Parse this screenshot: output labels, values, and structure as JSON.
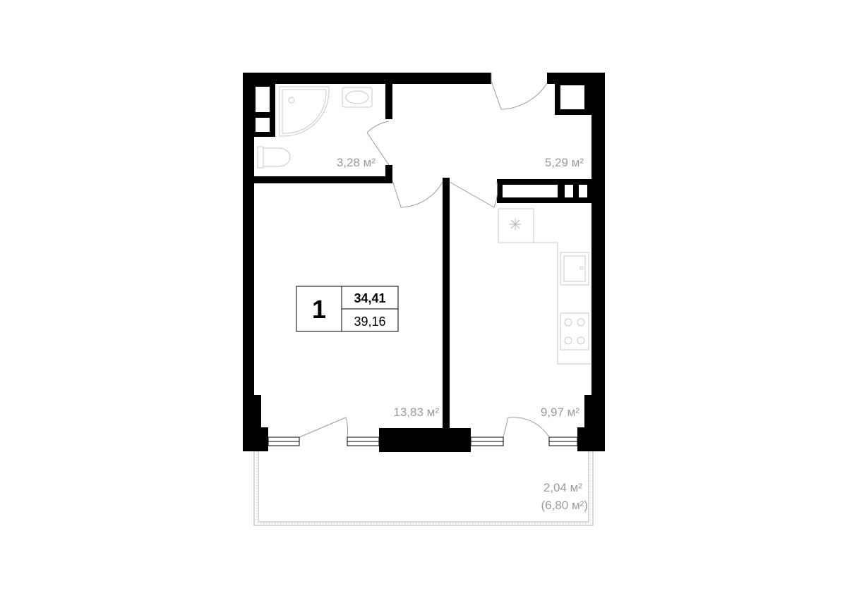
{
  "apartment": {
    "rooms_count": "1",
    "living_area": "34,41",
    "total_area": "39,16"
  },
  "rooms": {
    "bathroom": "3,28 м²",
    "hallway": "5,29 м²",
    "living_room": "13,83 м²",
    "kitchen": "9,97 м²",
    "balcony": "2,04 м²",
    "balcony_full": "(6,80 м²)"
  },
  "colors": {
    "wall": "#000000",
    "label": "#9a9a9a",
    "fixture": "#c8c8c8"
  }
}
